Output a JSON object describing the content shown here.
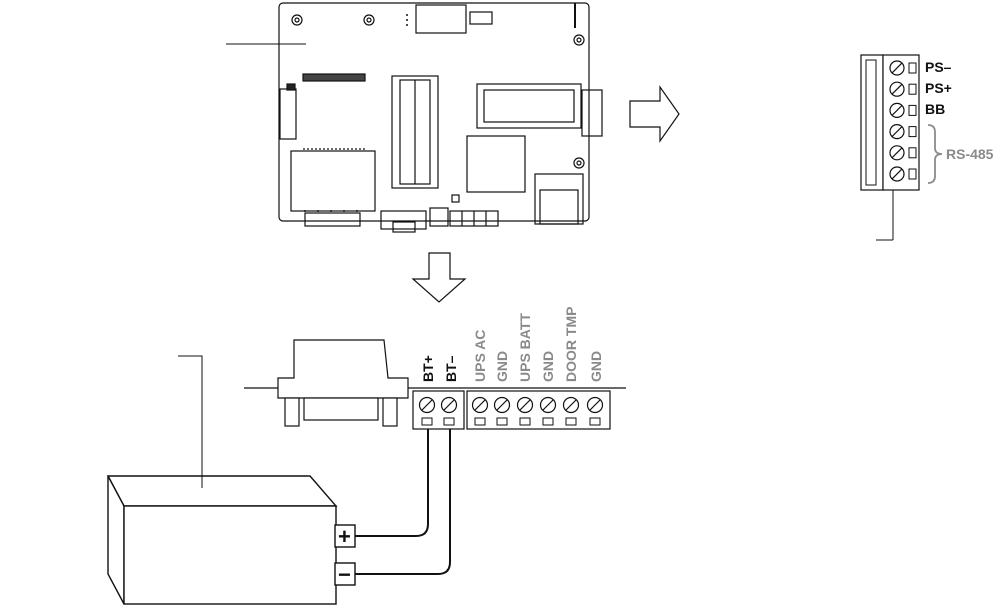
{
  "top_connector": {
    "labels": [
      "PS–",
      "PS+",
      "BB"
    ],
    "bracket_label": "RS-485"
  },
  "bottom_connector": {
    "battery_labels": [
      "BT+",
      "BT–"
    ],
    "signal_labels": [
      "UPS AC",
      "GND",
      "UPS BATT",
      "GND",
      "DOOR TMP",
      "GND"
    ]
  },
  "battery": {
    "plus": "+",
    "minus": "−"
  },
  "colors": {
    "line": "#111111",
    "gray_label": "#8a8a8a"
  }
}
